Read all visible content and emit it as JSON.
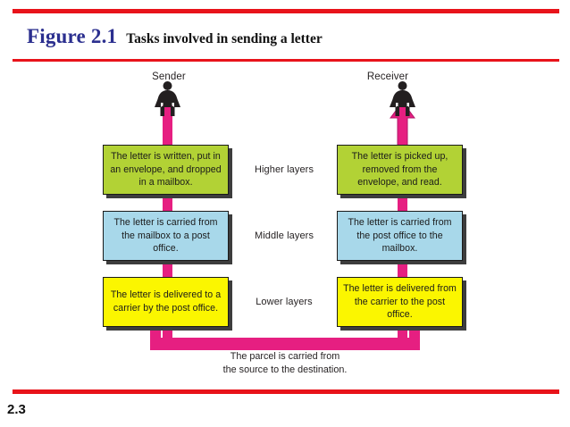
{
  "slide": {
    "page_number": "2.3",
    "title": {
      "figure_label": "Figure 2.1",
      "description": "Tasks involved in sending a letter"
    },
    "colors": {
      "rule_red": "#e8131a",
      "figure_blue": "#2b2f8f",
      "box_green": "#b2d235",
      "box_blue": "#a8d8ea",
      "box_yellow": "#fbf600",
      "path_pink": "#e61f81",
      "text_black": "#231f20"
    }
  },
  "diagram": {
    "endpoints": {
      "left": "Sender",
      "right": "Receiver"
    },
    "layer_labels": [
      "Higher layers",
      "Middle layers",
      "Lower layers"
    ],
    "left_column": [
      "The letter is written, put in an envelope, and dropped in a mailbox.",
      "The letter is carried from the mailbox to a post office.",
      "The letter is delivered to a carrier by the post office."
    ],
    "right_column": [
      "The letter is picked up, removed from the envelope, and read.",
      "The letter is carried from the post office to the mailbox.",
      "The letter is delivered from the carrier to the post office."
    ],
    "bottom_caption_line1": "The parcel is carried from",
    "bottom_caption_line2": "the source to the destination."
  }
}
